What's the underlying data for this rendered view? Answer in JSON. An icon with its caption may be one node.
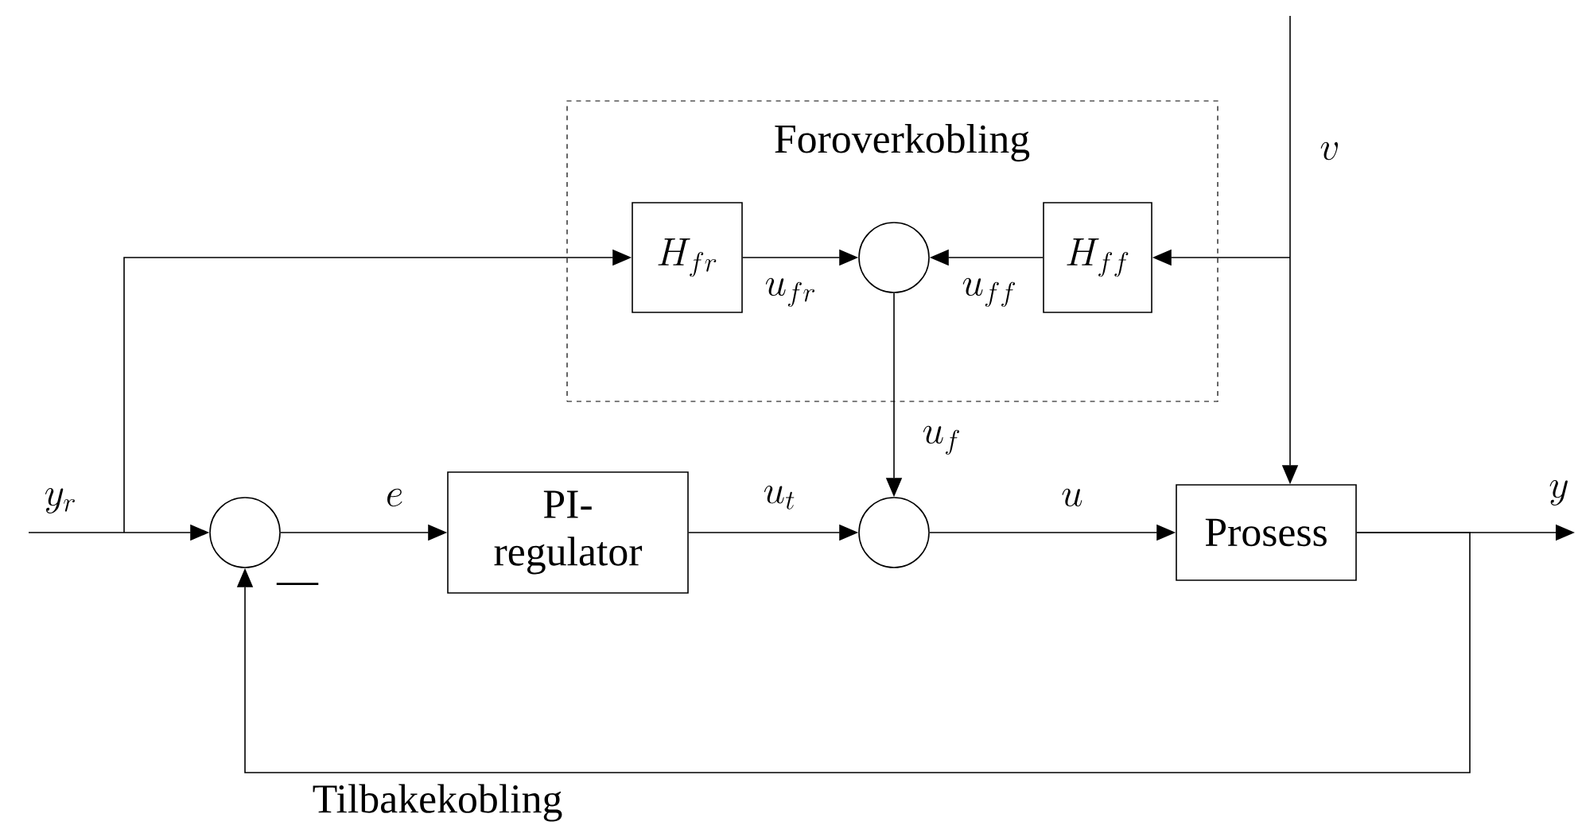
{
  "diagram": {
    "nodes": [
      {
        "text": [
          "Foroverkobling"
        ]
      },
      {
        "text": [
          "H_{fr}"
        ],
        "in": 0
      },
      {
        "text": [],
        "shape": "circle",
        "in": 0
      },
      {
        "text": [
          "H_{ff}"
        ],
        "in": 0
      },
      {
        "text": [],
        "shape": "circle"
      },
      {
        "text": [
          "PI- regulator"
        ]
      },
      {
        "text": [],
        "shape": "circle"
      },
      {
        "text": [
          "Prosess"
        ]
      }
    ],
    "edges": [
      {
        "from": null,
        "to": 4,
        "arrow": "to",
        "label": "y_r"
      },
      {
        "from": null,
        "to": 1,
        "arrow": "to"
      },
      {
        "from": 1,
        "to": 2,
        "arrow": "to",
        "label": "u_{fr}"
      },
      {
        "from": 3,
        "to": 2,
        "arrow": "to",
        "label": "u_{ff}"
      },
      {
        "from": 2,
        "to": 6,
        "arrow": "to",
        "label": "u_f"
      },
      {
        "from": 4,
        "to": 5,
        "arrow": "to",
        "label": "e"
      },
      {
        "from": 5,
        "to": 6,
        "arrow": "to",
        "label": "u_t"
      },
      {
        "from": 6,
        "to": 7,
        "arrow": "to",
        "label": "u"
      },
      {
        "from": null,
        "to": 7,
        "arrow": "to",
        "label": "v"
      },
      {
        "from": null,
        "to": 3,
        "arrow": "to"
      },
      {
        "from": 7,
        "to": null,
        "arrow": "to",
        "label": "y"
      },
      {
        "from": 7,
        "to": 4,
        "arrow": "to",
        "label": "Tilbakekobling"
      }
    ],
    "labels": [
      "—"
    ]
  }
}
